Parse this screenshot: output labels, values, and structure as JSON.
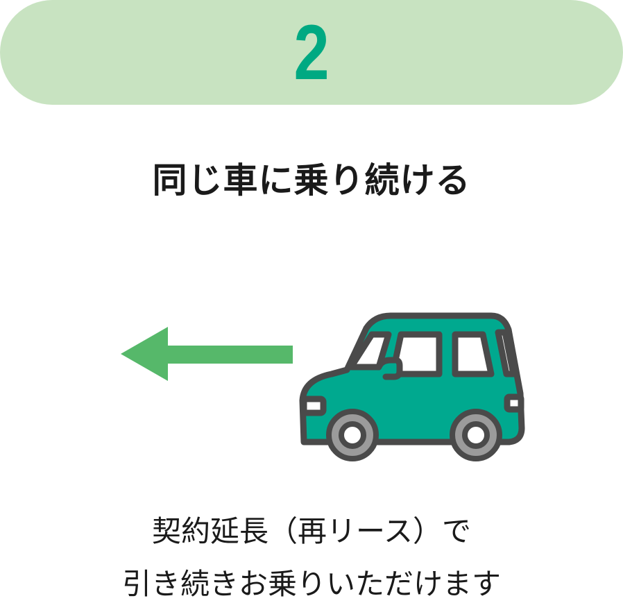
{
  "step": {
    "number": "2",
    "badge_color": "#c8e3c1",
    "number_color": "#00a982"
  },
  "title": "同じ車に乗り続ける",
  "illustration": {
    "arrow": {
      "icon": "arrow-left-icon",
      "color": "#56b86a"
    },
    "car": {
      "icon": "car-icon",
      "body_color": "#00a98f",
      "outline_color": "#4a4a4a",
      "tire_color": "#9b9b9b"
    }
  },
  "description": {
    "line1": "契約延長（再リース）で",
    "line2": "引き続きお乗りいただけます"
  }
}
